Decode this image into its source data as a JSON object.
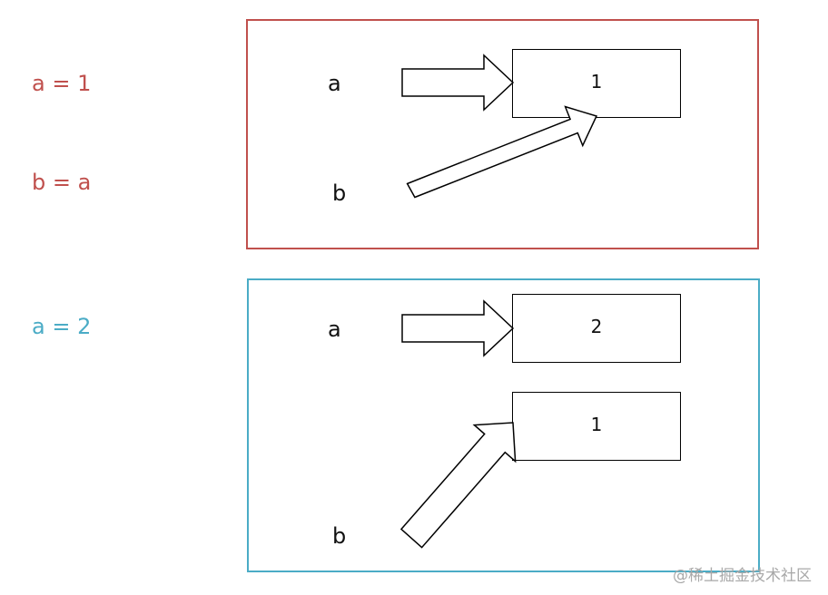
{
  "colors": {
    "step1": "#c0504d",
    "step2": "#4bacc6",
    "ink": "#000000",
    "watermark": "#a8a8a8"
  },
  "code": {
    "line_a1": "a = 1",
    "line_b_a": "b = a",
    "line_a2": "a = 2"
  },
  "panel1": {
    "var_a": "a",
    "var_b": "b",
    "value_box": "1"
  },
  "panel2": {
    "var_a": "a",
    "var_b": "b",
    "value_box_new": "2",
    "value_box_old": "1"
  },
  "watermark": "@稀土掘金技术社区"
}
